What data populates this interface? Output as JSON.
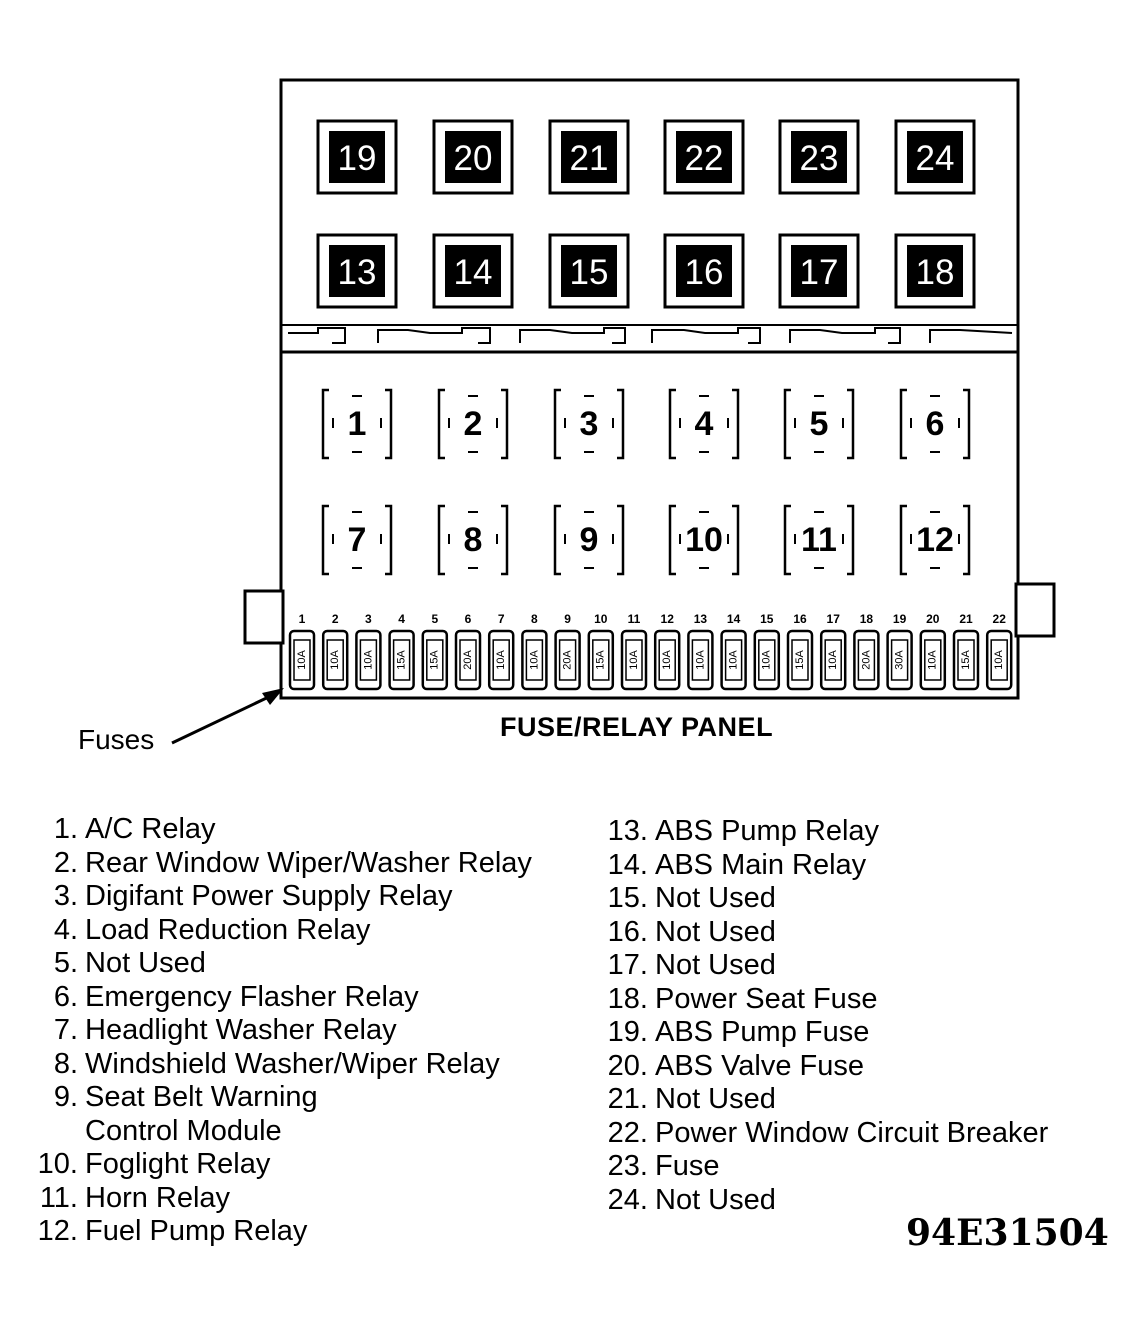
{
  "panel": {
    "title": "FUSE/RELAY PANEL",
    "pointer_label": "Fuses",
    "figure_code": "94E31504"
  },
  "top_relays": {
    "row1": [
      "19",
      "20",
      "21",
      "22",
      "23",
      "24"
    ],
    "row2": [
      "13",
      "14",
      "15",
      "16",
      "17",
      "18"
    ]
  },
  "sockets": {
    "row1": [
      "1",
      "2",
      "3",
      "4",
      "5",
      "6"
    ],
    "row2": [
      "7",
      "8",
      "9",
      "10",
      "11",
      "12"
    ]
  },
  "fuses": [
    {
      "position": "1",
      "rating": "10A"
    },
    {
      "position": "2",
      "rating": "10A"
    },
    {
      "position": "3",
      "rating": "10A"
    },
    {
      "position": "4",
      "rating": "15A"
    },
    {
      "position": "5",
      "rating": "15A"
    },
    {
      "position": "6",
      "rating": "20A"
    },
    {
      "position": "7",
      "rating": "10A"
    },
    {
      "position": "8",
      "rating": "10A"
    },
    {
      "position": "9",
      "rating": "20A"
    },
    {
      "position": "10",
      "rating": "15A"
    },
    {
      "position": "11",
      "rating": "10A"
    },
    {
      "position": "12",
      "rating": "10A"
    },
    {
      "position": "13",
      "rating": "10A"
    },
    {
      "position": "14",
      "rating": "10A"
    },
    {
      "position": "15",
      "rating": "10A"
    },
    {
      "position": "16",
      "rating": "15A"
    },
    {
      "position": "17",
      "rating": "10A"
    },
    {
      "position": "18",
      "rating": "20A"
    },
    {
      "position": "19",
      "rating": "30A"
    },
    {
      "position": "20",
      "rating": "10A"
    },
    {
      "position": "21",
      "rating": "15A"
    },
    {
      "position": "22",
      "rating": "10A"
    }
  ],
  "legend": {
    "left": [
      {
        "num": "1.",
        "text": "A/C Relay"
      },
      {
        "num": "2.",
        "text": "Rear Window Wiper/Washer Relay"
      },
      {
        "num": "3.",
        "text": "Digifant Power Supply Relay"
      },
      {
        "num": "4.",
        "text": "Load Reduction Relay"
      },
      {
        "num": "5.",
        "text": "Not Used"
      },
      {
        "num": "6.",
        "text": "Emergency Flasher Relay"
      },
      {
        "num": "7.",
        "text": "Headlight Washer Relay"
      },
      {
        "num": "8.",
        "text": "Windshield Washer/Wiper Relay"
      },
      {
        "num": "9.",
        "text": "Seat Belt Warning",
        "cont": "Control Module"
      },
      {
        "num": "10.",
        "text": "Foglight Relay"
      },
      {
        "num": "11.",
        "text": "Horn Relay"
      },
      {
        "num": "12.",
        "text": "Fuel Pump Relay"
      }
    ],
    "right": [
      {
        "num": "13.",
        "text": "ABS Pump Relay"
      },
      {
        "num": "14.",
        "text": "ABS Main Relay"
      },
      {
        "num": "15.",
        "text": "Not Used"
      },
      {
        "num": "16.",
        "text": "Not Used"
      },
      {
        "num": "17.",
        "text": "Not Used"
      },
      {
        "num": "18.",
        "text": "Power Seat Fuse"
      },
      {
        "num": "19.",
        "text": "ABS Pump Fuse"
      },
      {
        "num": "20.",
        "text": "ABS Valve Fuse"
      },
      {
        "num": "21.",
        "text": "Not Used"
      },
      {
        "num": "22.",
        "text": "Power Window Circuit Breaker"
      },
      {
        "num": "23.",
        "text": "Fuse"
      },
      {
        "num": "24.",
        "text": "Not Used"
      }
    ]
  }
}
